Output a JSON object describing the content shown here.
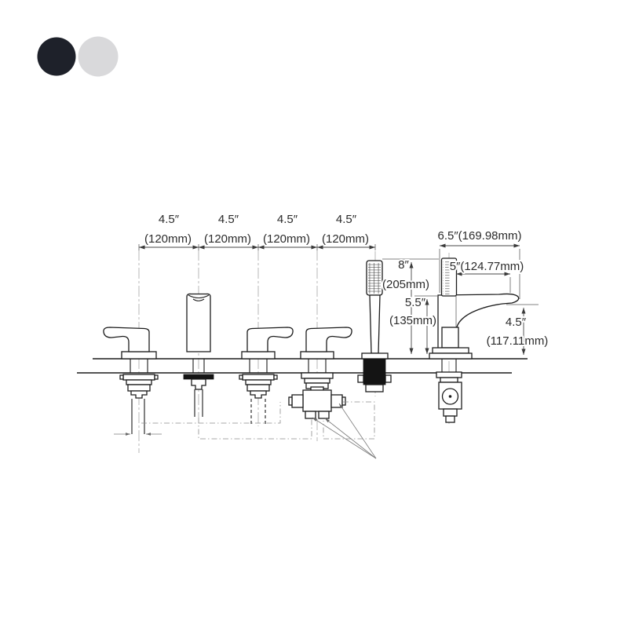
{
  "product_options": {
    "colors": [
      {
        "hex": "#1e212a"
      },
      {
        "hex": "#d9d9db"
      }
    ]
  },
  "drawing": {
    "spacing_dims": [
      {
        "inches": "4.5″",
        "mm": "(120mm)"
      },
      {
        "inches": "4.5″",
        "mm": "(120mm)"
      },
      {
        "inches": "4.5″",
        "mm": "(120mm)"
      },
      {
        "inches": "4.5″",
        "mm": "(120mm)"
      }
    ],
    "overall_width": "6.5″(169.98mm)",
    "spout_reach": "5″(124.77mm)",
    "hand_shower_height": {
      "inches": "8″",
      "mm": "(205mm)"
    },
    "spout_height": {
      "inches": "5.5″",
      "mm": "(135mm)"
    },
    "spout_tip_height": {
      "inches": "4.5″",
      "mm": "(117.11mm)"
    }
  }
}
